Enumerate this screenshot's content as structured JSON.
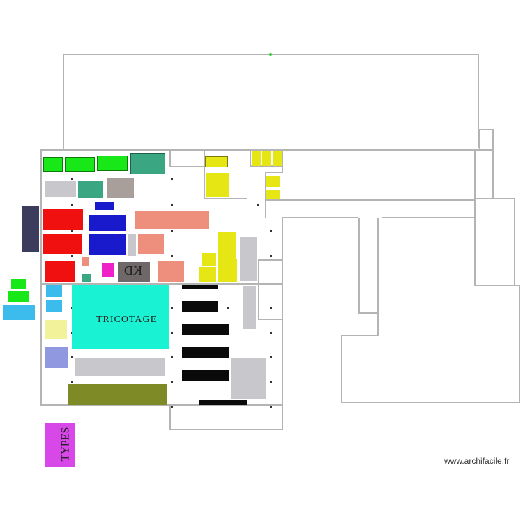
{
  "labels": {
    "tricotage": "TRICOTAGE",
    "kd": "KD",
    "types": "TYPES",
    "watermark": "www.archifacile.fr"
  },
  "colors": {
    "wall": "#b4b4b4",
    "green": "#18e818",
    "teal": "#3aa782",
    "red": "#f01010",
    "blue": "#1a1acd",
    "salmon": "#ee8e7c",
    "gray": "#c8c8cc",
    "taupe": "#a89e9a",
    "darkgray": "#6e6868",
    "slate": "#3c3c5c",
    "yellow": "#e6e614",
    "cyan": "#19f3d3",
    "skyblue": "#3cbcec",
    "paleyellow": "#f2f29a",
    "periwinkle": "#9098e0",
    "olive": "#7e8a26",
    "magenta": "#d848e8",
    "pink": "#ee20c8",
    "black": "#0a0a0a"
  }
}
